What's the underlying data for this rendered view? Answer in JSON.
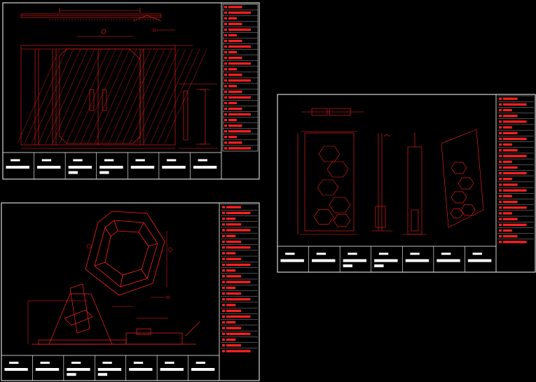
{
  "app": {
    "background": "#000000",
    "line_color": "#ff0000",
    "border_color": "#ffffff"
  },
  "sheets": [
    {
      "id": "door-elevation",
      "title_block_cells": [
        "",
        "",
        "",
        "",
        "",
        ""
      ]
    },
    {
      "id": "hexagon-panel-elevation",
      "title_block_cells": [
        "",
        "",
        "",
        "",
        "",
        "",
        ""
      ]
    },
    {
      "id": "hexagon-frame-section",
      "title_block_cells": [
        "",
        "",
        "",
        "",
        "",
        ""
      ]
    }
  ]
}
